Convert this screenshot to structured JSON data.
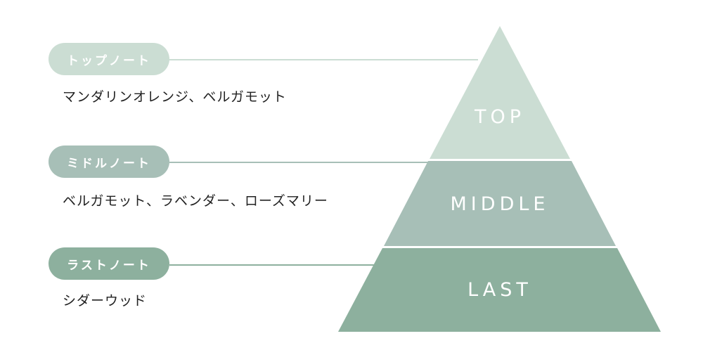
{
  "tiers": [
    {
      "id": "top",
      "pill_label": "トップノート",
      "pyramid_label": "TOP",
      "ingredients": "マンダリンオレンジ、ベルガモット",
      "color": "#cbddd3",
      "line_color": "#cbddd3"
    },
    {
      "id": "middle",
      "pill_label": "ミドルノート",
      "pyramid_label": "MIDDLE",
      "ingredients": "ベルガモット、ラベンダー、ローズマリー",
      "color": "#a7bfb7",
      "line_color": "#a7bfb7"
    },
    {
      "id": "last",
      "pill_label": "ラストノート",
      "pyramid_label": "LAST",
      "ingredients": "シダーウッド",
      "color": "#8db09e",
      "line_color": "#8db09e"
    }
  ]
}
